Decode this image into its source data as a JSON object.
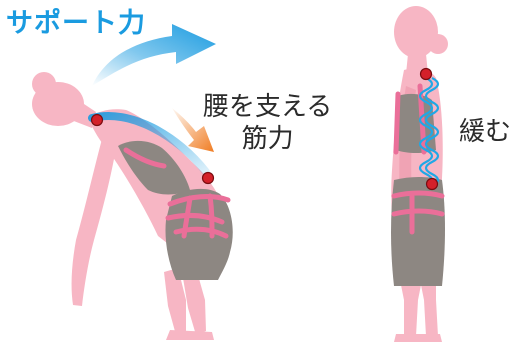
{
  "labels": {
    "support_power": "サポート力",
    "waist_muscle_line1": "腰を支える",
    "waist_muscle_line2": "筋力",
    "loosen": "緩む"
  },
  "colors": {
    "skin": "#f7b6c4",
    "garment": "#8d8782",
    "belt": "#ea6f99",
    "support_arrow": "#1a9be0",
    "force_arrow": "#f07c22",
    "point": "#d4202a",
    "spine_wave": "#1fa8e6",
    "text": "#2b2b2b"
  },
  "figures": [
    {
      "name": "bending-figure",
      "posture": "bent-forward"
    },
    {
      "name": "standing-figure",
      "posture": "upright"
    }
  ]
}
